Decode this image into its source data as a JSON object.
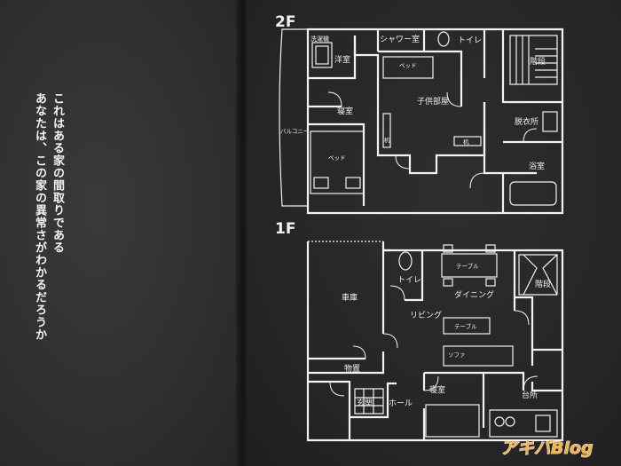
{
  "caption": {
    "line1": "これはある家の間取りである",
    "line2": "あなたは、この家の異常さがわかるだろうか"
  },
  "floor2": {
    "label": "2F",
    "rooms": {
      "storage": "洗濯機",
      "western_room": "洋室",
      "shower_room": "シャワー室",
      "toilet": "トイレ",
      "stairs": "階段",
      "bed_top": "ベッド",
      "kids_room": "子供部屋",
      "bedroom": "寝室",
      "balcony": "バルコニー",
      "changing_room": "脱衣所",
      "bed_bottom": "ベッド",
      "bathroom": "浴室",
      "desk1": "机",
      "desk2": "机"
    }
  },
  "floor1": {
    "label": "1F",
    "rooms": {
      "garage": "車庫",
      "toilet": "トイレ",
      "table_top": "テーブル",
      "dining": "ダイニング",
      "stairs": "階段",
      "living": "リビング",
      "table_living": "テーブル",
      "sofa": "ソファ",
      "storeroom": "物置",
      "bedroom": "寝室",
      "kitchen": "台所",
      "entrance": "玄関",
      "hall": "ホール"
    }
  },
  "watermark": "アキバBlog"
}
